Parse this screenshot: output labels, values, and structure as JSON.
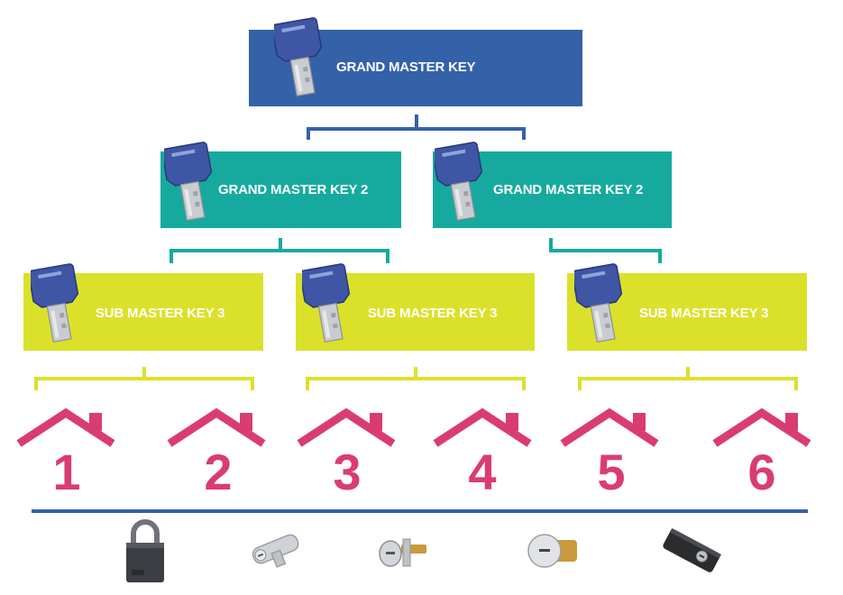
{
  "colors": {
    "level0": "#3462a8",
    "level1": "#16aa9f",
    "level2": "#dbe12a",
    "house": "#d93d6f",
    "baseline": "#3462a8",
    "key_blue": "#3e56a4",
    "key_silver": "#c9ccd1"
  },
  "hierarchy": {
    "grand_master": {
      "label": "GRAND MASTER KEY",
      "icon": "key-icon"
    },
    "grand_masters_2": [
      {
        "label": "GRAND MASTER KEY 2",
        "icon": "key-icon"
      },
      {
        "label": "GRAND MASTER KEY 2",
        "icon": "key-icon"
      }
    ],
    "sub_masters_3": [
      {
        "label": "SUB MASTER KEY 3",
        "icon": "key-icon"
      },
      {
        "label": "SUB MASTER KEY 3",
        "icon": "key-icon"
      },
      {
        "label": "SUB MASTER KEY 3",
        "icon": "key-icon"
      }
    ],
    "houses": [
      "1",
      "2",
      "3",
      "4",
      "5",
      "6"
    ]
  },
  "products": [
    {
      "icon": "padlock-icon"
    },
    {
      "icon": "euro-cylinder-icon"
    },
    {
      "icon": "cam-lock-icon"
    },
    {
      "icon": "mortise-cylinder-icon"
    },
    {
      "icon": "hinge-lock-icon"
    }
  ]
}
